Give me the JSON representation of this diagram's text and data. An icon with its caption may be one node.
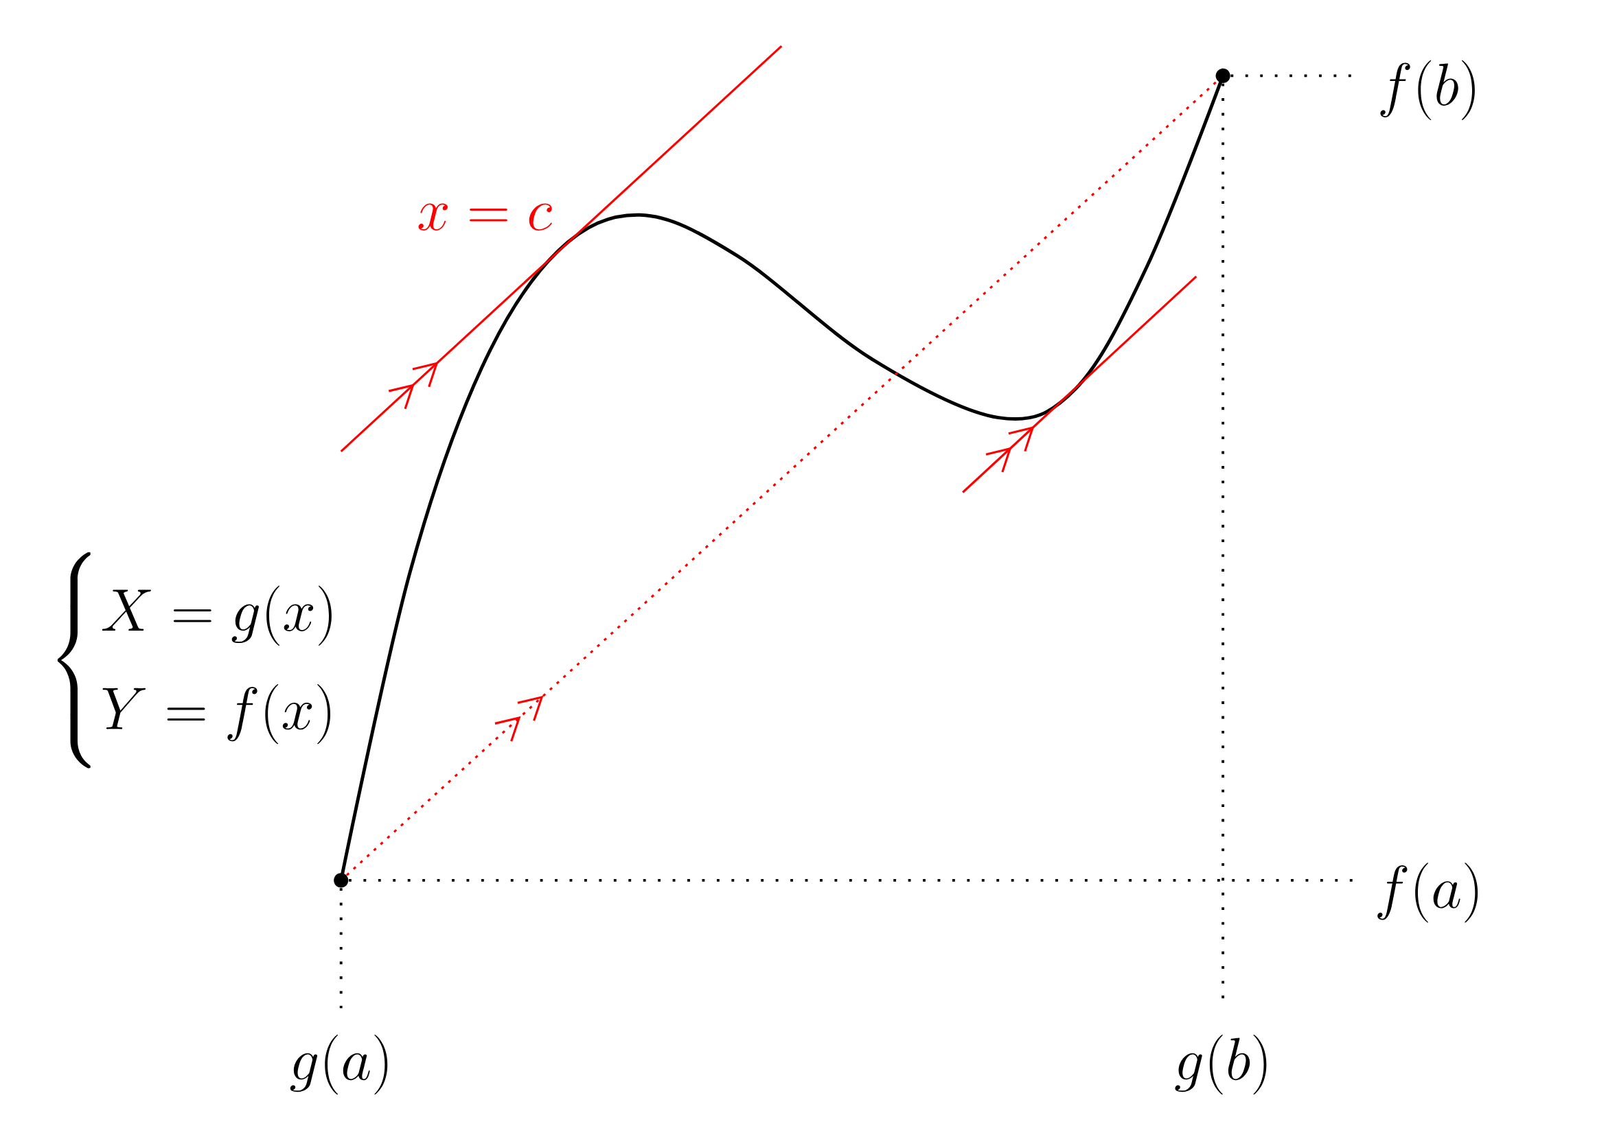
{
  "diagram": {
    "nodes": [
      {
        "text": [],
        "shape": "circle"
      },
      {
        "text": [],
        "shape": "circle"
      },
      {
        "text": [
          "f(a)"
        ]
      },
      {
        "text": [
          "f(b)"
        ]
      },
      {
        "text": [
          "g(a)"
        ]
      },
      {
        "text": [
          "g(b)"
        ]
      }
    ],
    "edges": [
      {
        "from": 0,
        "to": 2,
        "arrow": "none",
        "style": "dashed"
      },
      {
        "from": 1,
        "to": 3,
        "arrow": "none",
        "style": "dashed"
      },
      {
        "from": 0,
        "to": 4,
        "arrow": "none",
        "style": "dashed"
      },
      {
        "from": 1,
        "to": 5,
        "arrow": "none",
        "style": "dashed"
      },
      {
        "from": 0,
        "to": 1,
        "arrow": "to",
        "style": "dashed",
        "color": "#ff0000"
      }
    ],
    "labels": [
      "x = c",
      "\\begin{cases} X = g(x) \\\\ Y = f(x) \\end{cases}"
    ]
  }
}
